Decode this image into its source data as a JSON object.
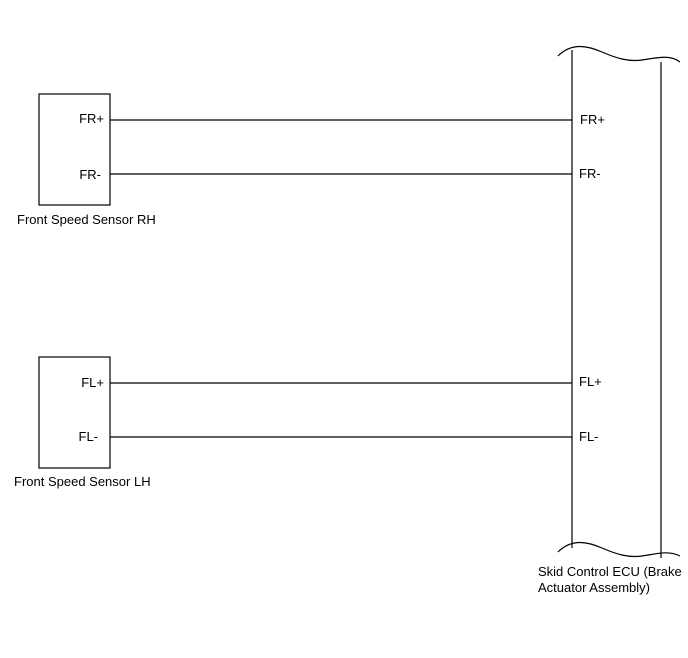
{
  "sensors": [
    {
      "name": "Front Speed Sensor RH",
      "pins": [
        "FR+",
        "FR-"
      ]
    },
    {
      "name": "Front Speed Sensor LH",
      "pins": [
        "FL+",
        "FL-"
      ]
    }
  ],
  "ecu": {
    "name_line1": "Skid Control ECU (Brake",
    "name_line2": "Actuator Assembly)",
    "pins": [
      "FR+",
      "FR-",
      "FL+",
      "FL-"
    ]
  },
  "wires": [
    {
      "from": "FR+",
      "to": "FR+"
    },
    {
      "from": "FR-",
      "to": "FR-"
    },
    {
      "from": "FL+",
      "to": "FL+"
    },
    {
      "from": "FL-",
      "to": "FL-"
    }
  ],
  "colors": {
    "line": "#000000",
    "background": "#ffffff"
  }
}
